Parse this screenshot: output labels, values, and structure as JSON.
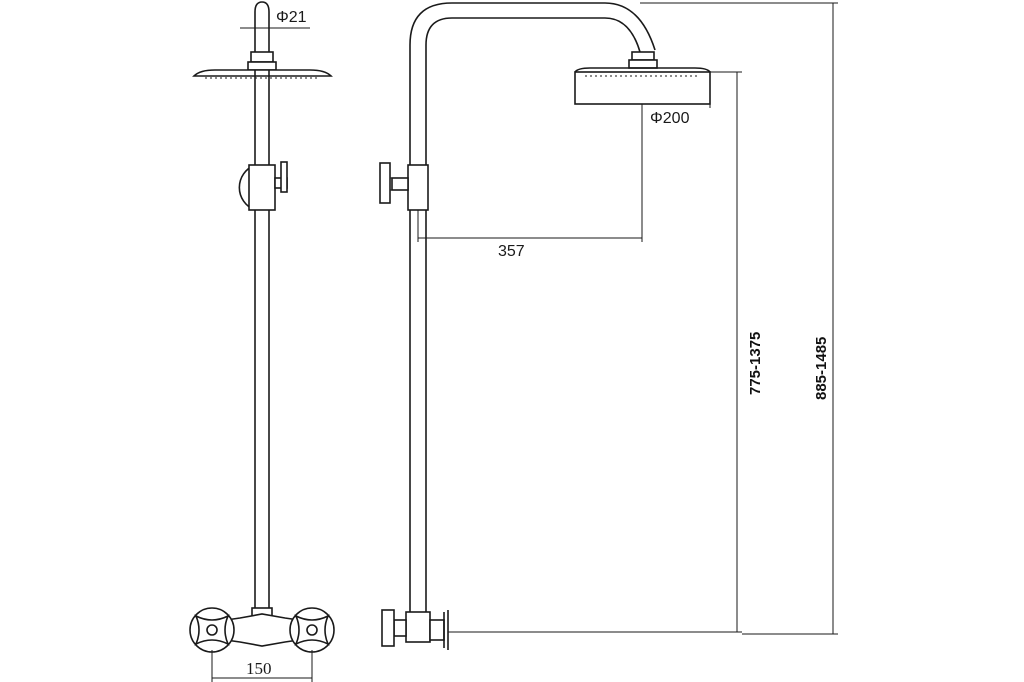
{
  "dimensions": {
    "pipe_diameter": "Φ21",
    "head_diameter": "Φ200",
    "arm_reach": "357",
    "inlet_spacing": "150",
    "head_height_range": "775-1375",
    "total_height_range": "885-1485"
  }
}
